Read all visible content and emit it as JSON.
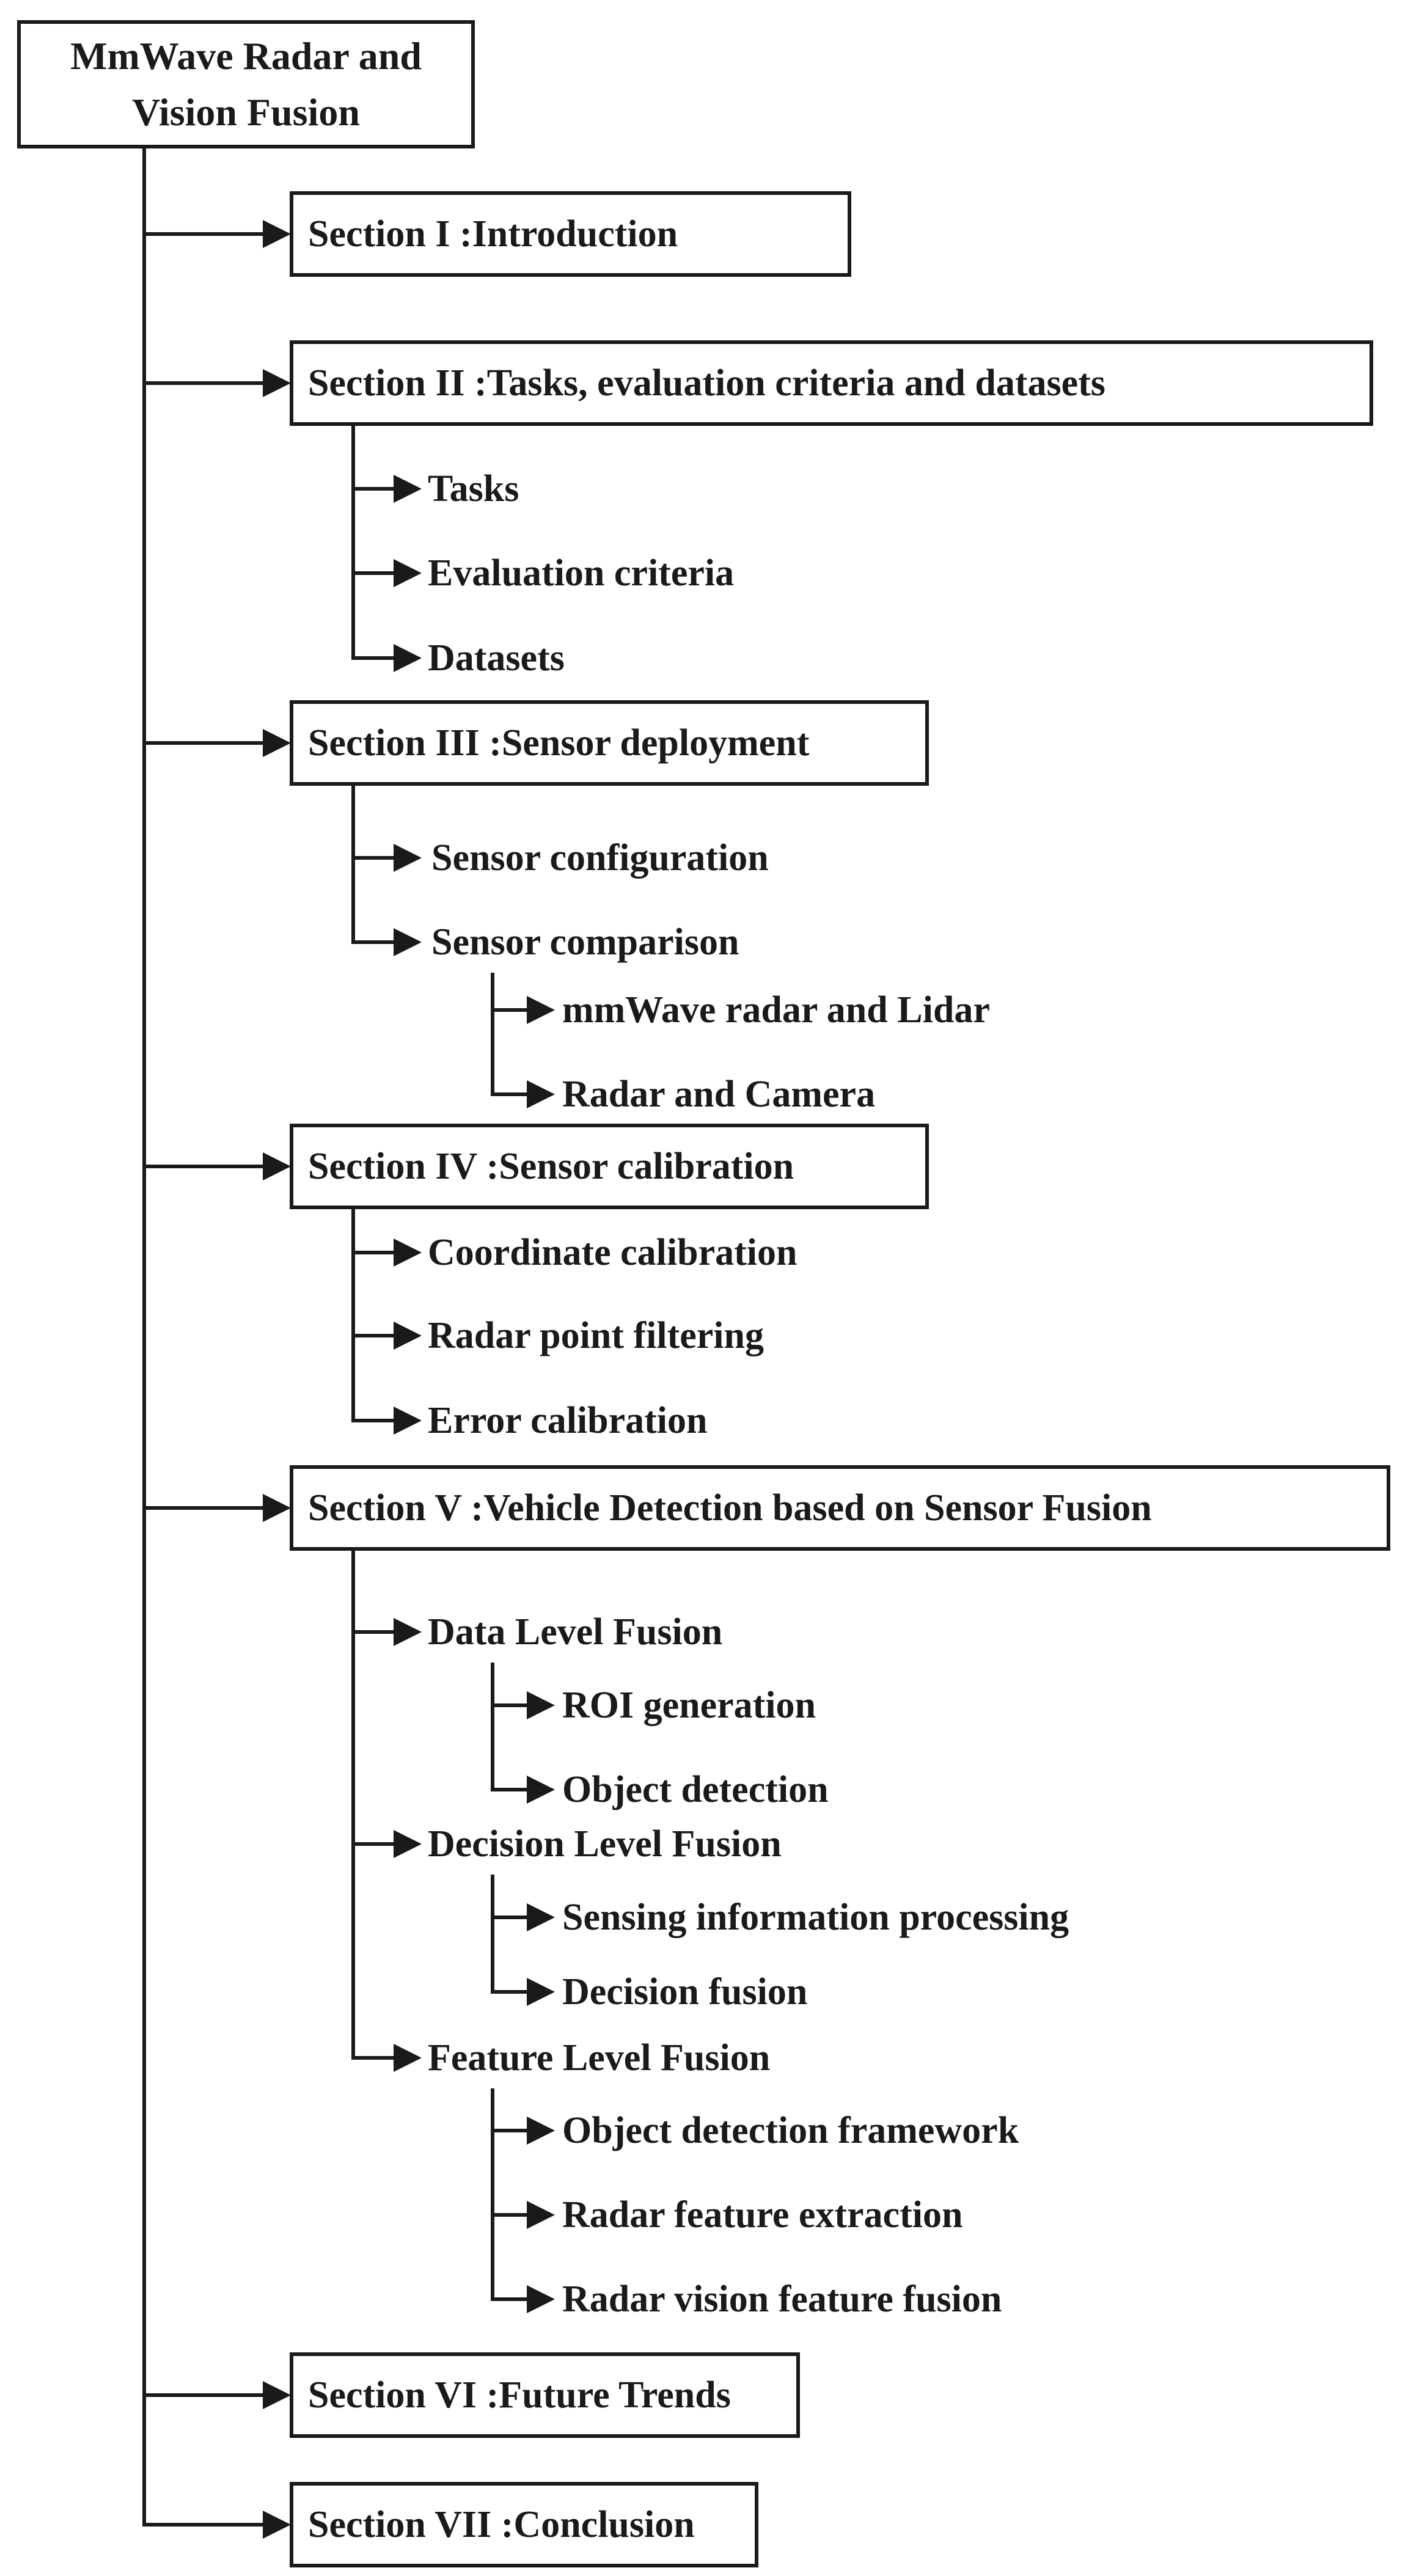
{
  "figure": {
    "title": "MmWave Radar and Vision Fusion",
    "colors": {
      "ink": "#1a1a1a",
      "background": "#ffffff"
    },
    "root": {
      "label_line1": "MmWave Radar and",
      "label_line2": "Vision Fusion"
    },
    "sections": [
      {
        "label": "Section I :Introduction",
        "children": []
      },
      {
        "label": "Section II :Tasks, evaluation criteria and datasets",
        "children": [
          {
            "label": "Tasks"
          },
          {
            "label": "Evaluation criteria"
          },
          {
            "label": "Datasets"
          }
        ]
      },
      {
        "label": "Section III :Sensor deployment",
        "children": [
          {
            "label": "Sensor configuration"
          },
          {
            "label": "Sensor comparison",
            "children": [
              {
                "label": "mmWave radar and Lidar"
              },
              {
                "label": "Radar and Camera"
              }
            ]
          }
        ]
      },
      {
        "label": "Section IV :Sensor calibration",
        "children": [
          {
            "label": "Coordinate calibration"
          },
          {
            "label": "Radar point filtering"
          },
          {
            "label": "Error calibration"
          }
        ]
      },
      {
        "label": "Section V :Vehicle Detection based on Sensor Fusion",
        "children": [
          {
            "label": "Data Level Fusion",
            "children": [
              {
                "label": "ROI generation"
              },
              {
                "label": "Object detection"
              }
            ]
          },
          {
            "label": "Decision Level Fusion",
            "children": [
              {
                "label": "Sensing information processing"
              },
              {
                "label": "Decision fusion"
              }
            ]
          },
          {
            "label": "Feature Level Fusion",
            "children": [
              {
                "label": "Object detection framework"
              },
              {
                "label": "Radar feature extraction"
              },
              {
                "label": "Radar vision feature fusion"
              }
            ]
          }
        ]
      },
      {
        "label": "Section VI :Future Trends",
        "children": []
      },
      {
        "label": "Section VII :Conclusion",
        "children": []
      }
    ]
  }
}
